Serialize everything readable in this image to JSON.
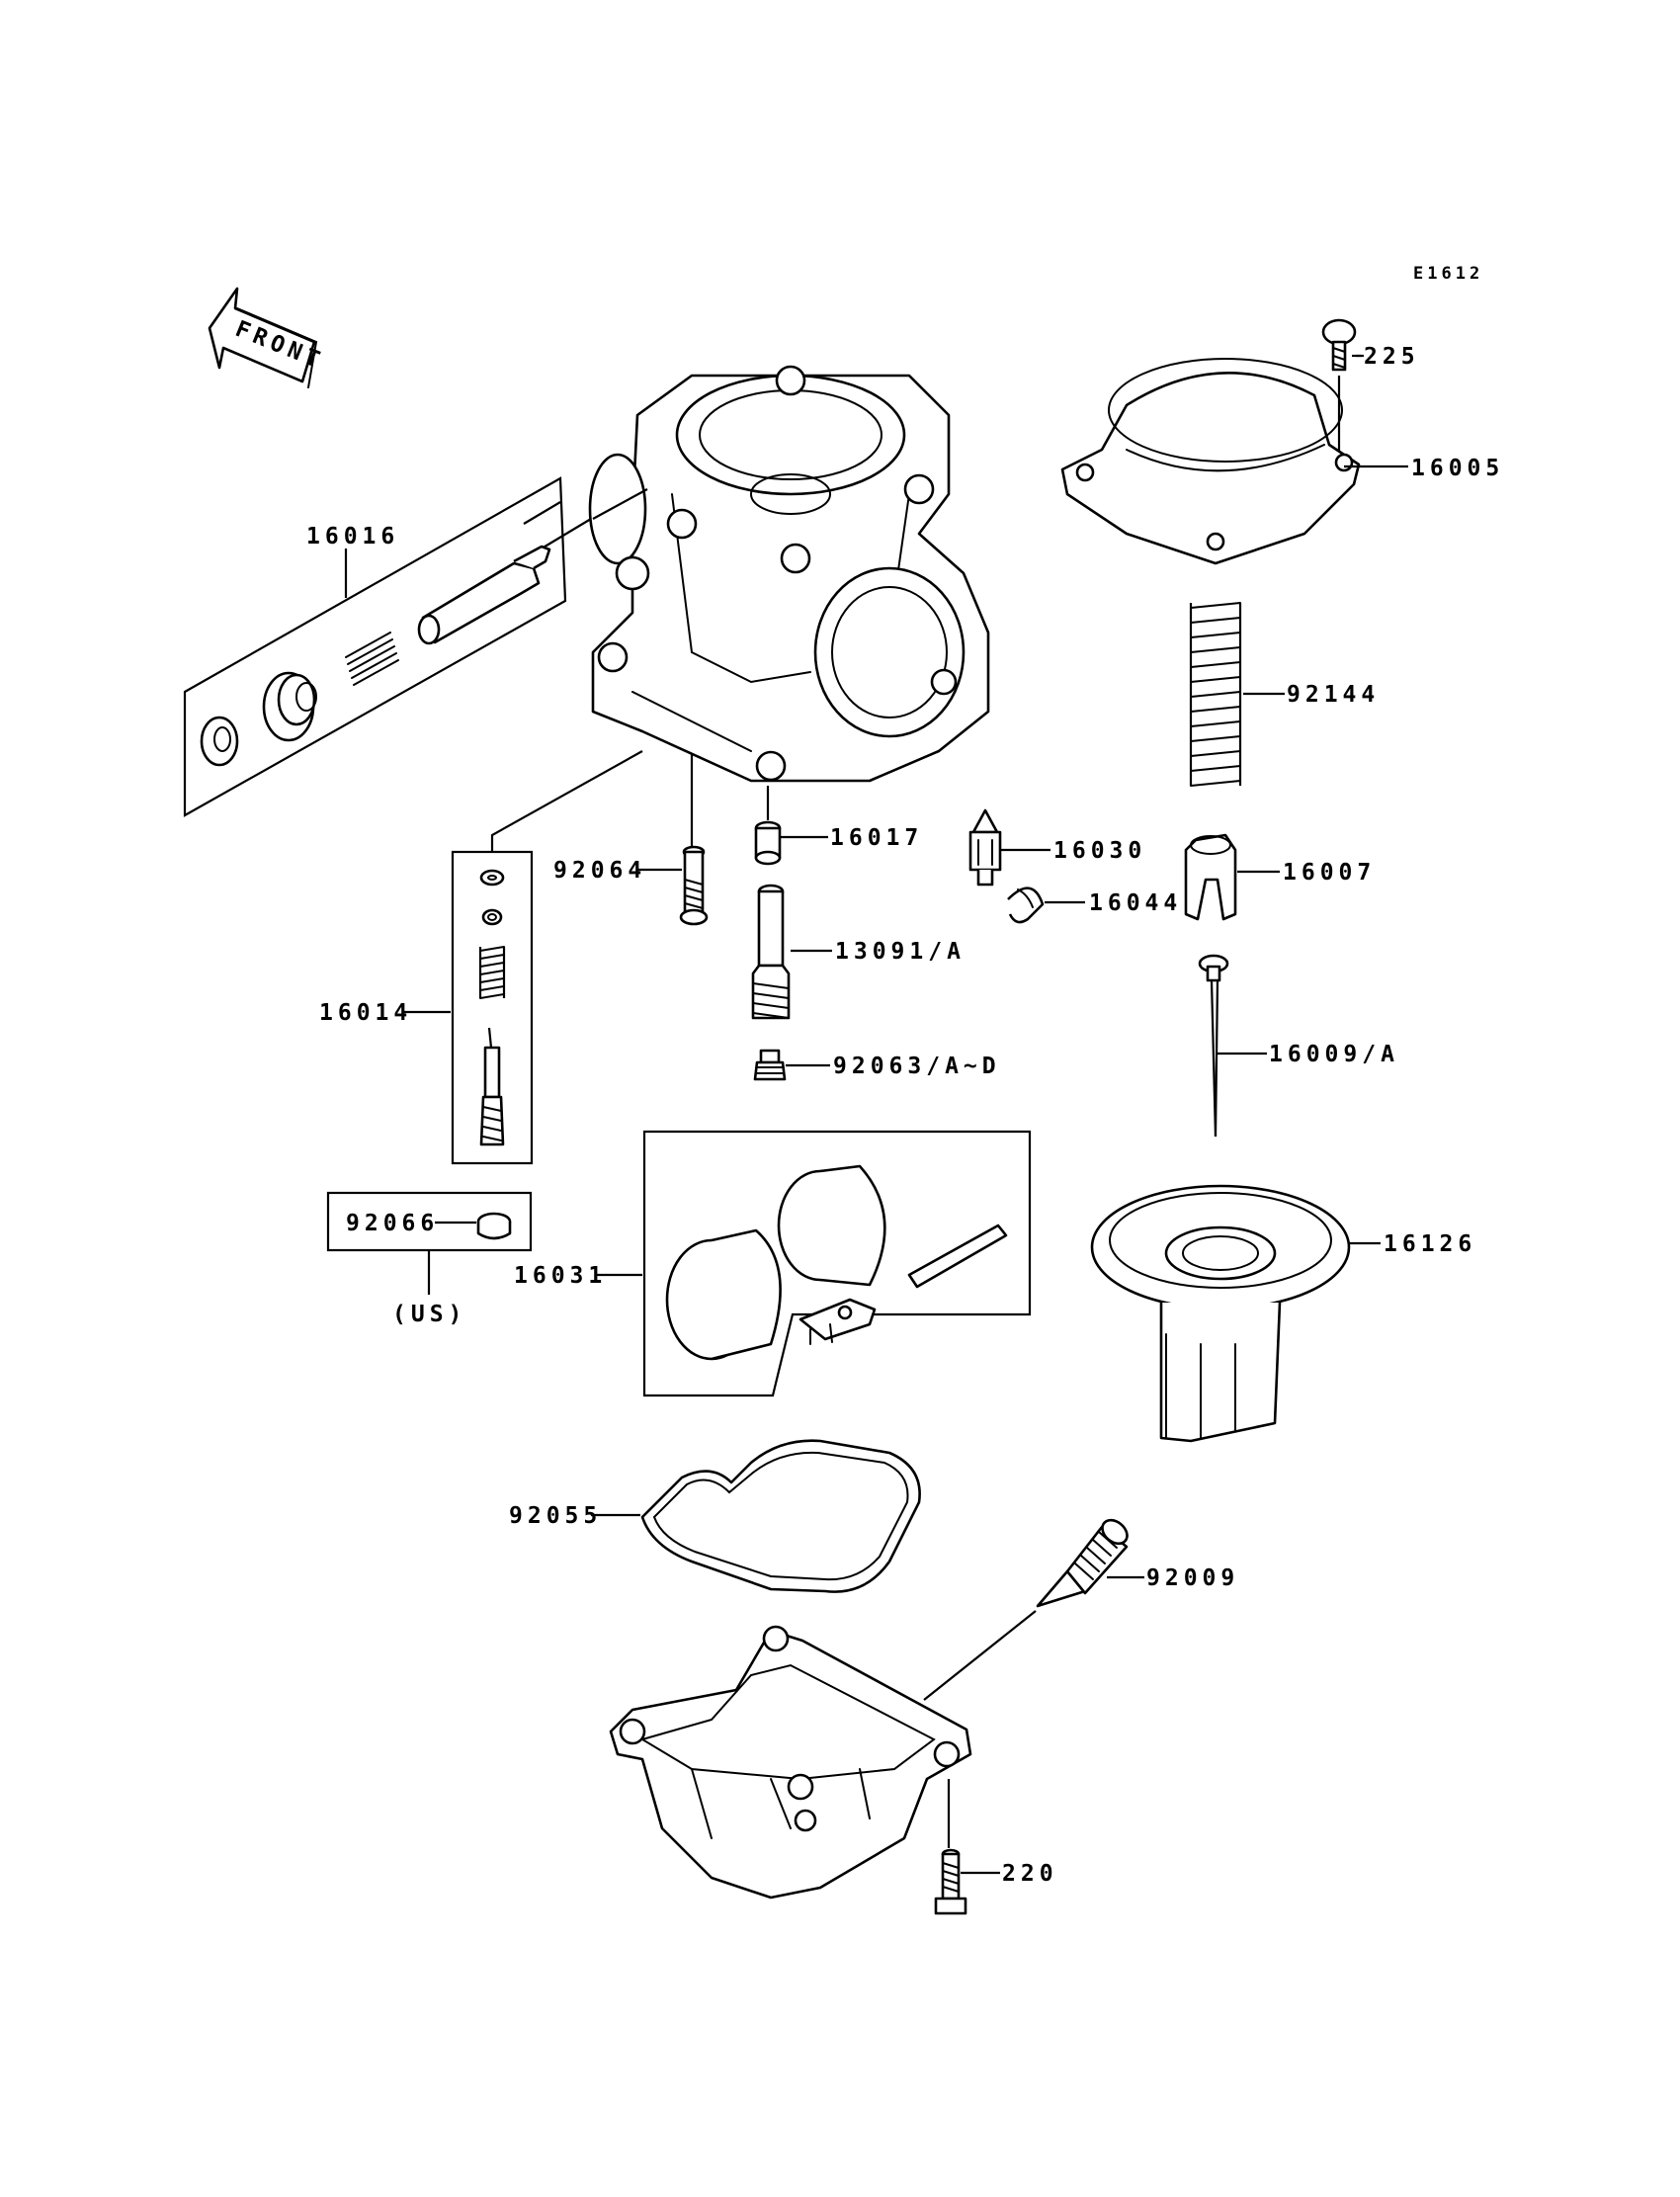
{
  "diagram": {
    "code": "E1612",
    "front_label": "FRONT",
    "us_note": "(US)",
    "parts": {
      "p225": "225",
      "p16005": "16005",
      "p92144": "92144",
      "p16007": "16007",
      "p16009": "16009/A",
      "p16126": "16126",
      "p16016": "16016",
      "p16017": "16017",
      "p92064": "92064",
      "p16030": "16030",
      "p16044": "16044",
      "p13091": "13091/A",
      "p92063": "92063/A~D",
      "p16014": "16014",
      "p92066": "92066",
      "p16031": "16031",
      "p92055": "92055",
      "p92009": "92009",
      "p220": "220"
    }
  }
}
